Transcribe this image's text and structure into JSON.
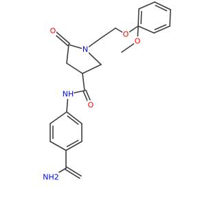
{
  "labels": {
    "o_carbonyl_lactam": "O",
    "n_pyrrolidine": "N",
    "o_ether": "O",
    "o_methoxy": "O",
    "nh_amide": "NH",
    "o_amide": "O",
    "nh2_amide": "NH2"
  },
  "colors": {
    "bond": "#3d3d3d",
    "oxygen": "#ff0000",
    "nitrogen": "#0000ff"
  }
}
